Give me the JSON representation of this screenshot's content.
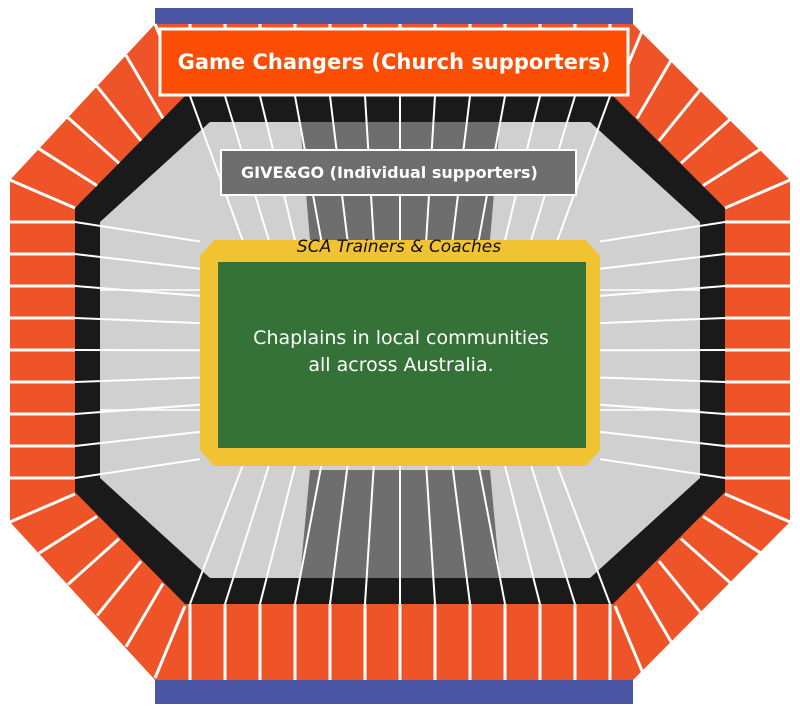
{
  "labels": {
    "church_supporters": "Game Changers (Church supporters)",
    "individual_supporters": "GIVE&GO (Individual supporters)",
    "trainers": "SCA Trainers & Coaches",
    "chaplains_line1": "Chaplains in local communities",
    "chaplains_line2": "all across Australia."
  },
  "colors": {
    "outer_tier": "#ee5428",
    "church_banner": "#fb4e04",
    "end_bars": "#4a55a3",
    "concourse": "#1a1a1a",
    "lower_tier": "#d0d0d0",
    "individual_section": "#6e6e6e",
    "trainers_ring": "#f1c232",
    "field": "#347237",
    "seat_lines": "#ffffff"
  }
}
